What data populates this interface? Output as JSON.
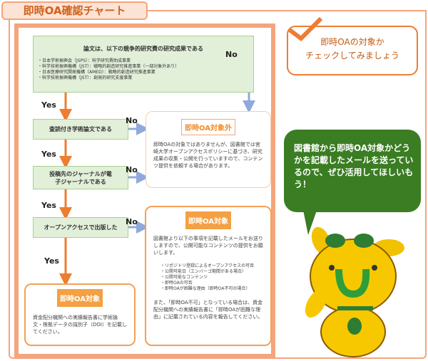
{
  "title": "即時OA確認チャート",
  "q1": {
    "heading": "論文は、以下の競争的研究費の研究成果である",
    "items": [
      "・日本学術振興会（JSPS）：科学研究費助成事業",
      "・科学技術振興機構（JST）：戦略的創造研究推進事業（一部対象外あり）",
      "・日本医療研究開発機構（AMED）：戦略的創造研究推進事業",
      "・科学技術振興機構（JST）：創発的研究支援事業"
    ]
  },
  "q2": "査読付き学術論文である",
  "q3": "投稿先のジャーナルが電子ジャーナルである",
  "q4": "オープンアクセスで出版した",
  "yes": "Yes",
  "no": "No",
  "not_target": {
    "label": "即時OA対象外",
    "text": "即時OAの対象ではありませんが、図書館では宮崎大学オープンアクセスポリシーに基づき、研究成果の収集・公開を行っていますので、コンテンツ提供を依頼する場合があります。"
  },
  "target_right": {
    "label": "即時OA対象",
    "text": "図書館より以下の事項を記載したメールをお送りしますので、公開可能なコンテンツの提供をお願いします。",
    "items": [
      "・リポジトリ登録によるオープンアクセスの可否",
      "・公開可能日（エンバーゴ期間がある場合）",
      "・公開可能なコンテンツ",
      "・即時OAの可否",
      "・即時OAが困難な理由（即時OA不可の場合）"
    ],
    "note": "また、「即時OA不可」となっている場合は、資金配分機関への実績報告書に「即時OAが困難な理由」に記載されている内容を報告してください。"
  },
  "target_left": {
    "label": "即時OA対象",
    "text": "資金配分機関への実績報告書に学術論文・根拠データの識別子（DOI）を記載してください。"
  },
  "check_box": {
    "line1": "即時OAの対象か",
    "line2": "チェックしてみましょう"
  },
  "speech": "図書館から即時OA対象かどうかを記載したメールを送っているので、ぜひ活用してほしいもう！"
}
